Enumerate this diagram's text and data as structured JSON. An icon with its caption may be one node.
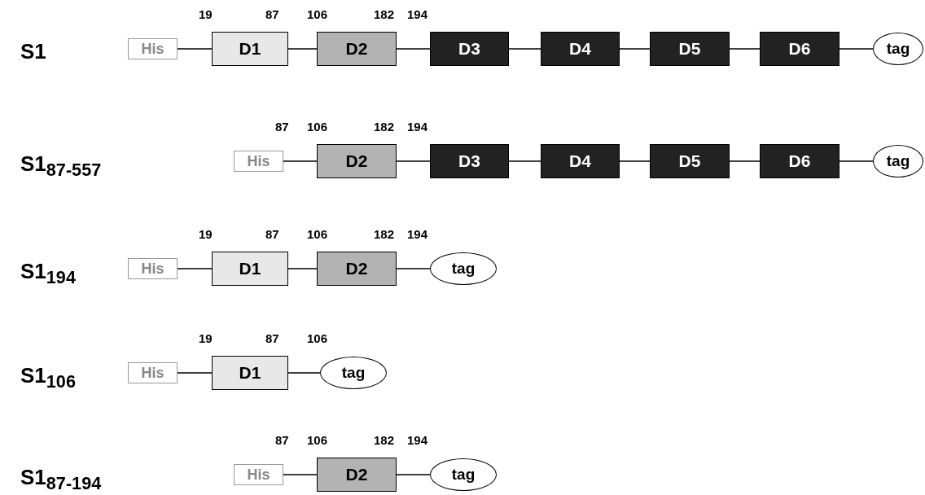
{
  "diagram": {
    "nodes": [
      {
        "text": [
          "His"
        ]
      },
      {
        "text": [
          "D1"
        ]
      },
      {
        "text": [
          "D2"
        ]
      },
      {
        "text": [
          "D3"
        ]
      },
      {
        "text": [
          "D4"
        ]
      },
      {
        "text": [
          "D5"
        ]
      },
      {
        "text": [
          "D6"
        ]
      },
      {
        "text": [
          "tag"
        ]
      },
      {
        "text": [
          "His"
        ]
      },
      {
        "text": [
          "D2"
        ]
      },
      {
        "text": [
          "D3"
        ]
      },
      {
        "text": [
          "D4"
        ]
      },
      {
        "text": [
          "D5"
        ]
      },
      {
        "text": [
          "D6"
        ]
      },
      {
        "text": [
          "tag"
        ]
      },
      {
        "text": [
          "His"
        ]
      },
      {
        "text": [
          "D1"
        ]
      },
      {
        "text": [
          "D2"
        ]
      },
      {
        "text": [
          "tag"
        ]
      },
      {
        "text": [
          "His"
        ]
      },
      {
        "text": [
          "D1"
        ]
      },
      {
        "text": [
          "tag"
        ]
      },
      {
        "text": [
          "His"
        ]
      },
      {
        "text": [
          "D2"
        ]
      },
      {
        "text": [
          "tag"
        ]
      }
    ],
    "edges": [
      {
        "from": 0,
        "to": 1,
        "arrow": "none"
      },
      {
        "from": 1,
        "to": 2,
        "arrow": "none"
      },
      {
        "from": 2,
        "to": 3,
        "arrow": "none"
      },
      {
        "from": 3,
        "to": 4,
        "arrow": "none"
      },
      {
        "from": 4,
        "to": 5,
        "arrow": "none"
      },
      {
        "from": 5,
        "to": 6,
        "arrow": "none"
      },
      {
        "from": 6,
        "to": 7,
        "arrow": "none"
      },
      {
        "from": 8,
        "to": 9,
        "arrow": "none"
      },
      {
        "from": 9,
        "to": 10,
        "arrow": "none"
      },
      {
        "from": 10,
        "to": 11,
        "arrow": "none"
      },
      {
        "from": 11,
        "to": 12,
        "arrow": "none"
      },
      {
        "from": 12,
        "to": 13,
        "arrow": "none"
      },
      {
        "from": 13,
        "to": 14,
        "arrow": "none"
      },
      {
        "from": 15,
        "to": 16,
        "arrow": "none"
      },
      {
        "from": 16,
        "to": 17,
        "arrow": "none"
      },
      {
        "from": 17,
        "to": 18,
        "arrow": "none"
      },
      {
        "from": 19,
        "to": 20,
        "arrow": "none"
      },
      {
        "from": 20,
        "to": 21,
        "arrow": "none"
      },
      {
        "from": 22,
        "to": 23,
        "arrow": "none"
      },
      {
        "from": 23,
        "to": 24,
        "arrow": "none"
      }
    ],
    "labels": [
      "19",
      "87",
      "106",
      "182",
      "194",
      "S1",
      "87",
      "106",
      "182",
      "194",
      "S1$_{87-557}$",
      "19",
      "87",
      "106",
      "182",
      "194",
      "S1$_{194}$",
      "19",
      "87",
      "106",
      "S1$_{106}$",
      "87",
      "106",
      "182",
      "194",
      "S1$_{87-194}$"
    ]
  }
}
